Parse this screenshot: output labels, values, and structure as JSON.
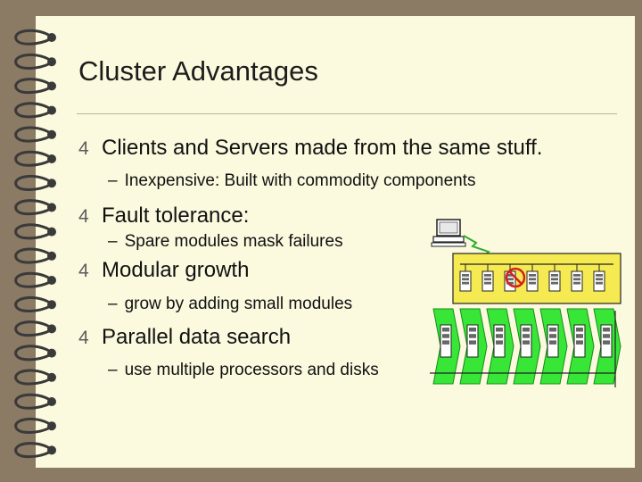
{
  "slide": {
    "title": "Cluster Advantages",
    "bullets": [
      {
        "icon": "pen-bullet-icon",
        "text": "Clients and Servers made from the same stuff.",
        "sub": {
          "dash": "–",
          "text": "Inexpensive: Built with commodity components"
        }
      },
      {
        "icon": "pen-bullet-icon",
        "text": "Fault tolerance:",
        "sub": {
          "dash": "–",
          "text": "Spare modules mask failures"
        }
      },
      {
        "icon": "pen-bullet-icon",
        "text": "Modular growth",
        "sub": {
          "dash": "–",
          "text": "grow by adding small modules"
        }
      },
      {
        "icon": "pen-bullet-icon",
        "text": "Parallel data search",
        "sub": {
          "dash": "–",
          "text": "use multiple processors and disks"
        }
      }
    ],
    "bullet_glyph": "4"
  },
  "colors": {
    "paper": "#fbf9de",
    "frame": "#8b7a64",
    "cluster_box": "#f6ea52",
    "arrow": "#37e637",
    "failed_mark": "#d62020"
  }
}
